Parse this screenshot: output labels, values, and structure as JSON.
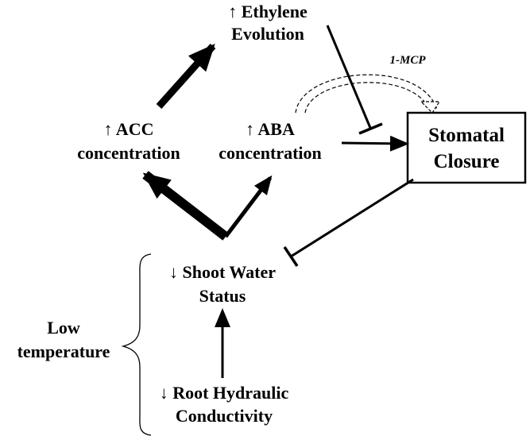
{
  "nodes": {
    "ethylene": {
      "line1": "↑ Ethylene",
      "line2": "Evolution"
    },
    "acc": {
      "line1": "↑ ACC",
      "line2": "concentration"
    },
    "aba": {
      "line1": "↑ ABA",
      "line2": "concentration"
    },
    "stomatal": {
      "line1": "Stomatal",
      "line2": "Closure"
    },
    "shoot": {
      "line1": "↓ Shoot Water",
      "line2": "Status"
    },
    "root": {
      "line1": "↓ Root Hydraulic",
      "line2": "Conductivity"
    },
    "low_temp": {
      "line1": "Low",
      "line2": "temperature"
    }
  },
  "inhibitor_label": "1-MCP"
}
